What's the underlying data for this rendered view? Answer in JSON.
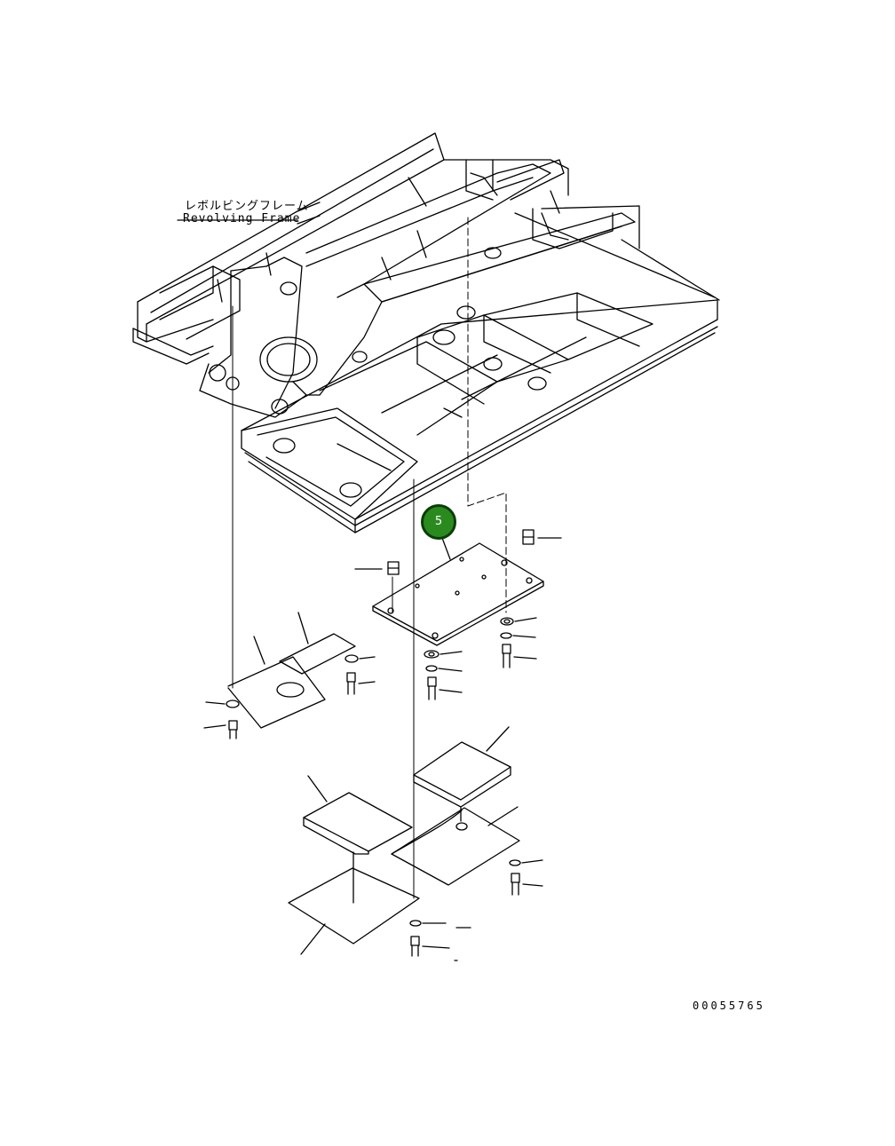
{
  "labels": {
    "frame_jp": "レボルビングフレーム",
    "frame_en": "Revolving Frame",
    "drawing_number": "00055765"
  },
  "callout": {
    "number": "5",
    "fill_color": "#2b8a1f",
    "border_color": "#0b3d08"
  }
}
